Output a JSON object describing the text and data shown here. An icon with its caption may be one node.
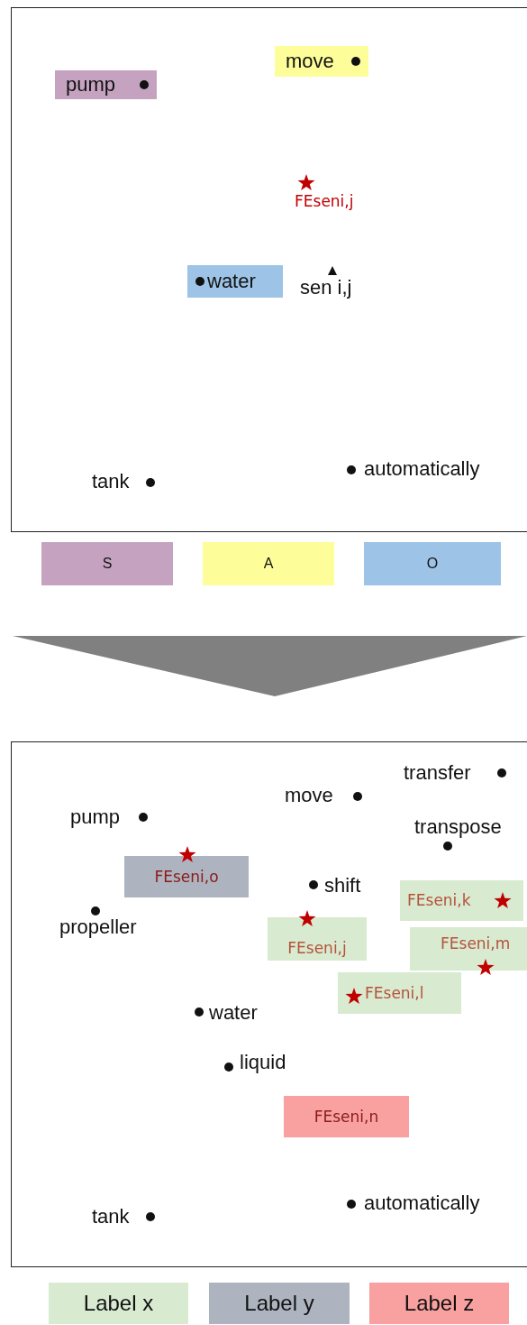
{
  "diagram": {
    "nodes": [
      {
        "text": [],
        "shape": "box"
      },
      {
        "text": [
          "pump"
        ],
        "in": 0
      },
      {
        "text": [
          "move"
        ],
        "in": 0
      },
      {
        "text": [
          "water"
        ],
        "in": 0
      },
      {
        "text": [],
        "shape": "box"
      },
      {
        "text": [
          "FEseni,o"
        ],
        "in": 4
      },
      {
        "text": [
          "FEseni,k"
        ],
        "in": 4
      },
      {
        "text": [
          "FEseni,j"
        ],
        "in": 4
      },
      {
        "text": [
          "FEseni,m"
        ],
        "in": 4
      },
      {
        "text": [
          "FEseni,l"
        ],
        "in": 4
      },
      {
        "text": [
          "FEseni,n"
        ],
        "in": 4
      }
    ],
    "edges": [
      {
        "from": 0,
        "to": 4,
        "arrow": "to"
      }
    ],
    "labels": [
      "FEseni,j",
      "sen i,j",
      "tank",
      "automatically",
      "transfer",
      "move",
      "pump",
      "transpose",
      "shift",
      "propeller",
      "water",
      "liquid",
      "tank",
      "automatically"
    ],
    "legend": [
      {
        "text": "S",
        "color": "#c5a3c0"
      },
      {
        "text": "A",
        "color": "#fdfd9a"
      },
      {
        "text": "O",
        "color": "#9dc3e6"
      },
      {
        "text": "Label x",
        "color": "#d8ead0"
      },
      {
        "text": "Label y",
        "color": "#adb4bf"
      },
      {
        "text": "Label z",
        "color": "#f8a1a0"
      }
    ]
  }
}
